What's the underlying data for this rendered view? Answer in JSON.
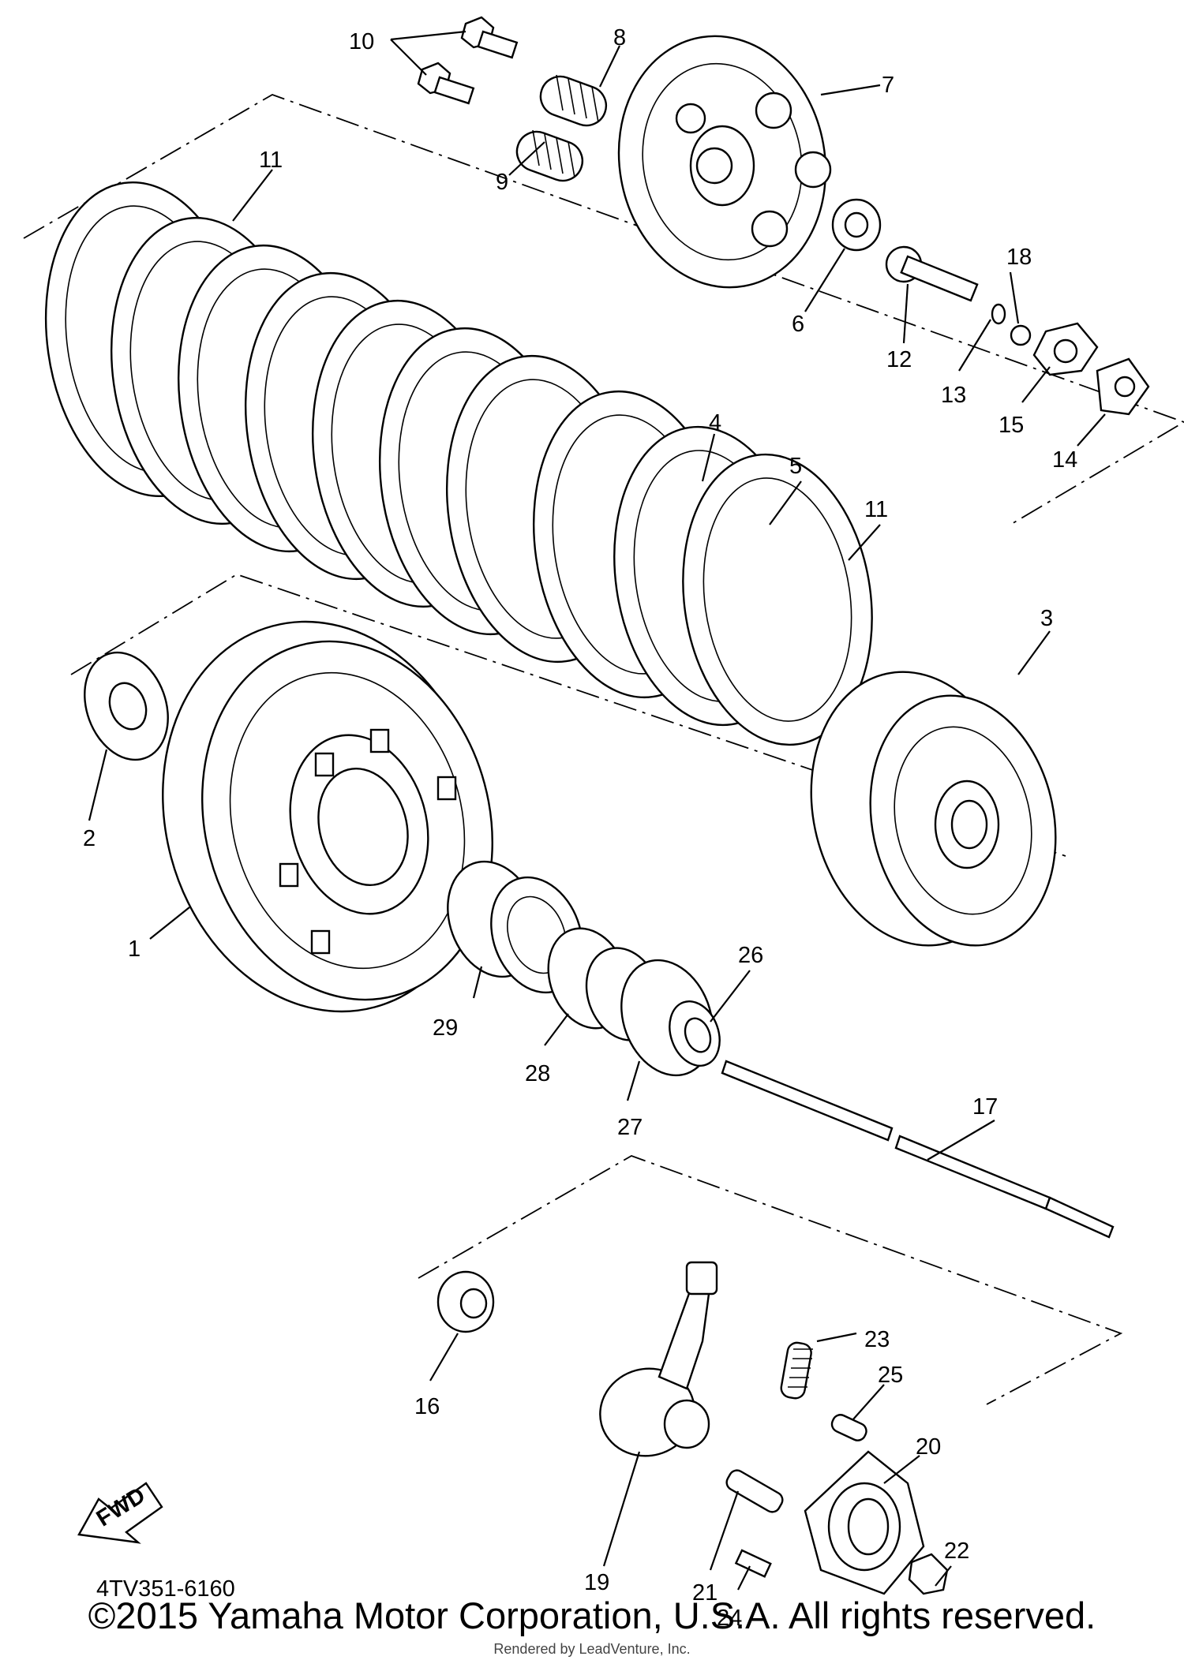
{
  "labels": {
    "p1": "1",
    "p2": "2",
    "p3": "3",
    "p4": "4",
    "p5": "5",
    "p6": "6",
    "p7": "7",
    "p8": "8",
    "p9": "9",
    "p10": "10",
    "p11a": "11",
    "p11b": "11",
    "p12": "12",
    "p13": "13",
    "p14": "14",
    "p15": "15",
    "p16": "16",
    "p17": "17",
    "p18": "18",
    "p19": "19",
    "p20": "20",
    "p21": "21",
    "p22": "22",
    "p23": "23",
    "p24": "24",
    "p25": "25",
    "p26": "26",
    "p27": "27",
    "p28": "28",
    "p29": "29"
  },
  "fwd_badge": "FWD",
  "diagram_code": "4TV351-6160",
  "copyright": "©2015 Yamaha Motor Corporation, U.S.A. All rights reserved.",
  "rendered_by": "Rendered by LeadVenture, Inc."
}
